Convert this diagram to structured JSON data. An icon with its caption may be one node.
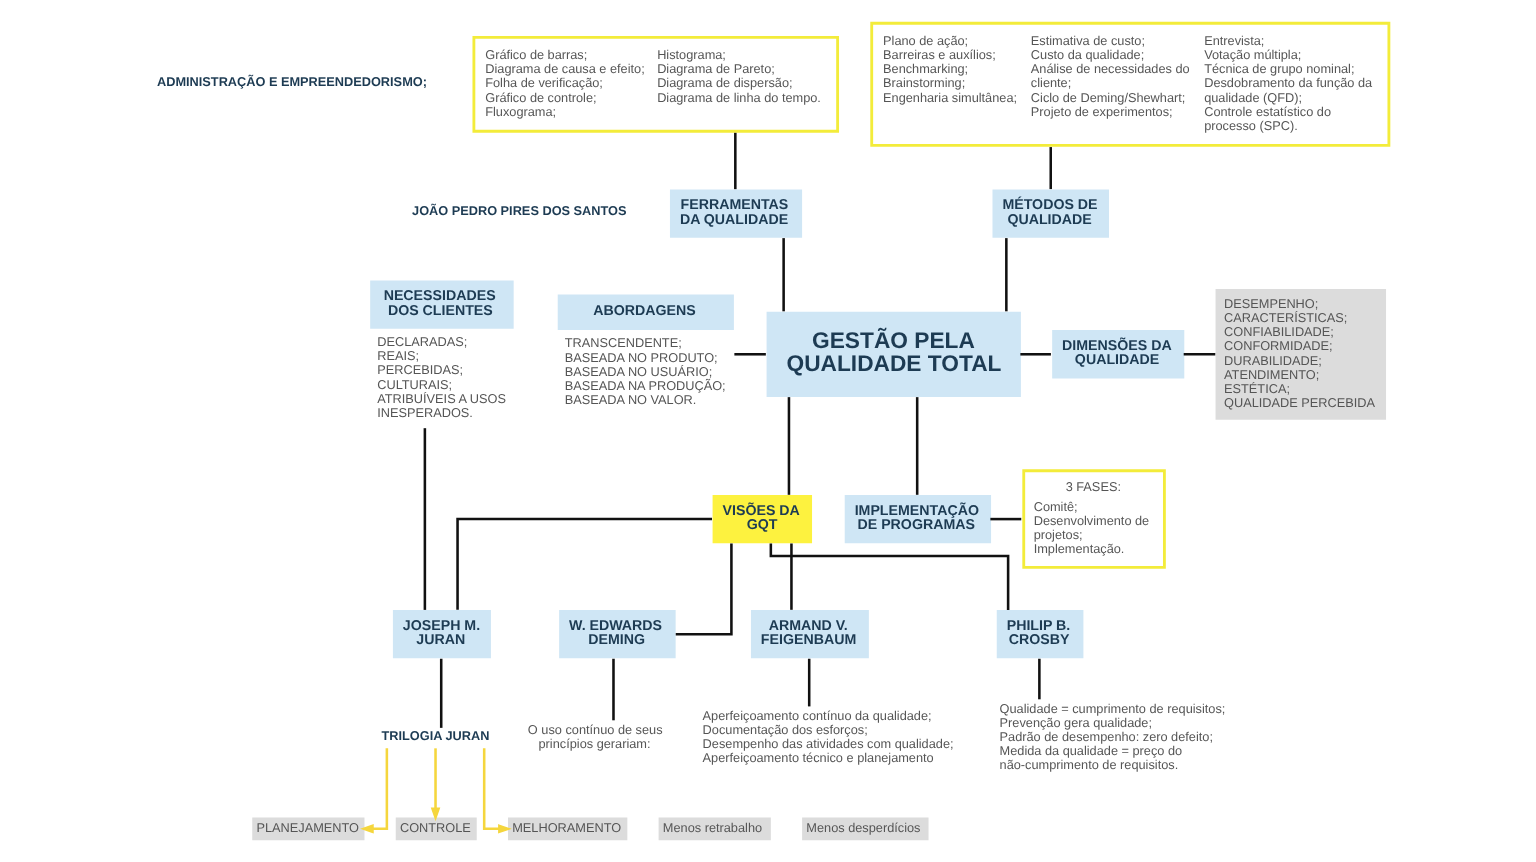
{
  "diagram": {
    "nodes": [
      {
        "text": [
          "GESTÃO PELA QUALIDADE TOTAL"
        ]
      },
      {
        "text": [
          "FERRAMENTAS DA QUALIDADE"
        ]
      },
      {
        "text": [
          "Gráfico de barras;",
          "Diagrama de causa e efeito;",
          "Folha de verificação;",
          "Gráfico de controle;",
          "Fluxograma;",
          "Histograma;",
          "Diagrama de Pareto;",
          "Diagrama de dispersão;",
          "Diagrama de linha do tempo."
        ]
      },
      {
        "text": [
          "MÉTODOS DE QUALIDADE"
        ]
      },
      {
        "text": [
          "Plano de ação;",
          "Barreiras e auxílios;",
          "Benchmarking;",
          "Brainstorming;",
          "Engenharia simultânea;",
          "Estimativa de custo;",
          "Custo da qualidade;",
          "Análise de necessidades do cliente;",
          "Ciclo de Deming/Shewhart;",
          "Projeto de experimentos;",
          "Entrevista;",
          "Votação múltipla;",
          "Técnica de grupo nominal;",
          "Desdobramento da função da qualidade (QFD);",
          "Controle estatístico do processo (SPC)."
        ]
      },
      {
        "text": [
          "ABORDAGENS"
        ],
        "beside": [
          "TRANSCENDENTE;",
          "BASEADA NO PRODUTO;",
          "BASEADA NO USUÁRIO;",
          "BASEADA NA PRODUÇÃO;",
          "BASEADA NO VALOR."
        ]
      },
      {
        "text": [
          "NECESSIDADES DOS CLIENTES"
        ],
        "beside": [
          "DECLARADAS;",
          "REAIS;",
          "PERCEBIDAS;",
          "CULTURAIS;",
          "ATRIBUÍVEIS A USOS INESPERADOS."
        ]
      },
      {
        "text": [
          "DIMENSÕES DA QUALIDADE"
        ]
      },
      {
        "text": [
          "DESEMPENHO;",
          "CARACTERÍSTICAS;",
          "CONFIABILIDADE;",
          "CONFORMIDADE;",
          "DURABILIDADE;",
          "ATENDIMENTO;",
          "ESTÉTICA;",
          "QUALIDADE PERCEBIDA"
        ]
      },
      {
        "text": [
          "IMPLEMENTAÇÃO DE PROGRAMAS"
        ]
      },
      {
        "text": [
          "3 FASES:",
          "Comitê;",
          "Desenvolvimento de projetos;",
          "Implementação."
        ]
      },
      {
        "text": [
          "VISÕES DA GQT"
        ]
      },
      {
        "text": [
          "JOSEPH M. JURAN"
        ]
      },
      {
        "text": [
          "TRILOGIA JURAN"
        ]
      },
      {
        "text": [
          "PLANEJAMENTO"
        ]
      },
      {
        "text": [
          "CONTROLE"
        ]
      },
      {
        "text": [
          "MELHORAMENTO"
        ]
      },
      {
        "text": [
          "W. EDWARDS DEMING"
        ]
      },
      {
        "text": [
          "O uso contínuo de seus princípios gerariam:"
        ]
      },
      {
        "text": [
          "Menos retrabalho"
        ]
      },
      {
        "text": [
          "Menos desperdícios"
        ]
      },
      {
        "text": [
          "ARMAND V. FEIGENBAUM"
        ]
      },
      {
        "text": [
          "Aperfeiçoamento contínuo da qualidade;",
          "Documentação dos esforços;",
          "Desempenho das atividades com qualidade;",
          "Aperfeiçoamento técnico e planejamento"
        ]
      },
      {
        "text": [
          "PHILIP B. CROSBY"
        ]
      },
      {
        "text": [
          "Qualidade = cumprimento de requisitos;",
          "Prevenção gera qualidade;",
          "Padrão de desempenho: zero defeito;",
          "Medida da qualidade = preço do não-cumprimento de requisitos."
        ]
      }
    ],
    "edges": [
      {
        "from": 2,
        "to": 1,
        "arrow": "none"
      },
      {
        "from": 1,
        "to": 0,
        "arrow": "none"
      },
      {
        "from": 4,
        "to": 3,
        "arrow": "none"
      },
      {
        "from": 3,
        "to": 0,
        "arrow": "none"
      },
      {
        "from": 5,
        "to": 0,
        "arrow": "none"
      },
      {
        "from": 6,
        "to": 12,
        "arrow": "none"
      },
      {
        "from": 0,
        "to": 7,
        "arrow": "none"
      },
      {
        "from": 7,
        "to": 8,
        "arrow": "none"
      },
      {
        "from": 0,
        "to": 11,
        "arrow": "none"
      },
      {
        "from": 0,
        "to": 9,
        "arrow": "none"
      },
      {
        "from": 9,
        "to": 10,
        "arrow": "none"
      },
      {
        "from": 11,
        "to": 12,
        "arrow": "none"
      },
      {
        "from": 11,
        "to": 17,
        "arrow": "none"
      },
      {
        "from": 11,
        "to": 21,
        "arrow": "none"
      },
      {
        "from": 11,
        "to": 23,
        "arrow": "none"
      },
      {
        "from": 12,
        "to": 13,
        "arrow": "none"
      },
      {
        "from": 13,
        "to": 14,
        "arrow": "to",
        "color": "#f5d63d"
      },
      {
        "from": 13,
        "to": 15,
        "arrow": "to",
        "color": "#f5d63d"
      },
      {
        "from": 13,
        "to": 16,
        "arrow": "to",
        "color": "#f5d63d"
      },
      {
        "from": 17,
        "to": 18,
        "arrow": "none"
      },
      {
        "from": 21,
        "to": 22,
        "arrow": "none"
      },
      {
        "from": 23,
        "to": 24,
        "arrow": "none"
      }
    ],
    "labels": [
      "ADMINISTRAÇÃO E EMPREENDEDORISMO;",
      "JOÃO PEDRO PIRES DOS SANTOS"
    ]
  }
}
